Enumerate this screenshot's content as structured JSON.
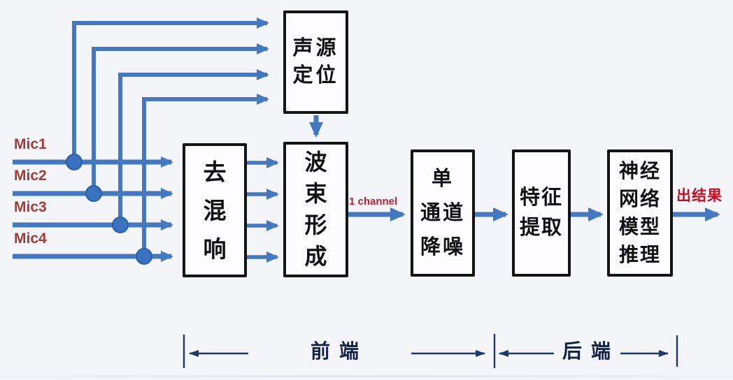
{
  "mics": {
    "labels": [
      "Mic1",
      "Mic2",
      "Mic3",
      "Mic4"
    ]
  },
  "nodes": {
    "localization": {
      "lines": [
        "声源",
        "定位"
      ]
    },
    "dereverb": {
      "lines": [
        "去",
        "混",
        "响"
      ]
    },
    "beamform": {
      "lines": [
        "波",
        "束",
        "形",
        "成"
      ]
    },
    "denoise": {
      "lines": [
        "单",
        "通道",
        "降噪"
      ]
    },
    "feature": {
      "lines": [
        "特征",
        "提取"
      ]
    },
    "nn": {
      "lines": [
        "神经",
        "网络",
        "模型",
        "推理"
      ]
    }
  },
  "annotations": {
    "one_channel": "1 channel",
    "result": "出结果"
  },
  "stages": {
    "front": "前端",
    "back": "后端"
  },
  "colors": {
    "arrow_blue": "#4478c0",
    "junction_dot_blue": "#3a72c0",
    "junction_dot_edge": "#2b5ea8",
    "mic_label_red": "#a43a34",
    "annotation_red": "#b22536",
    "result_red": "#c01020",
    "stage_navy": "#1f3864",
    "box_border": "#141414",
    "box_fill": "#fdfdff",
    "background": "#f3f5f9"
  }
}
